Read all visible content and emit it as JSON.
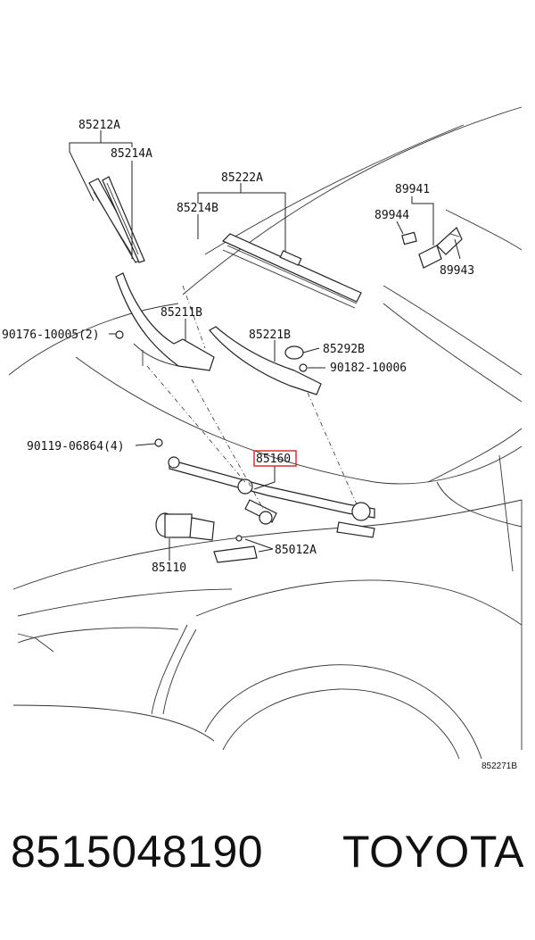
{
  "diagram": {
    "labels": {
      "p85212A": "85212A",
      "p85214A": "85214A",
      "p85222A": "85222A",
      "p85214B": "85214B",
      "p89941": "89941",
      "p89944": "89944",
      "p89943": "89943",
      "p85211B": "85211B",
      "p90176": "90176-10005(2)",
      "p85221B": "85221B",
      "p85292B": "85292B",
      "p90182": "90182-10006",
      "p90119": "90119-06864(4)",
      "p85160": "85160",
      "p85110": "85110",
      "p85012A": "85012A",
      "fig_code": "852271B"
    },
    "highlight_color": "#e02020"
  },
  "footer": {
    "part_number": "8515048190",
    "brand": "TOYOTA"
  }
}
